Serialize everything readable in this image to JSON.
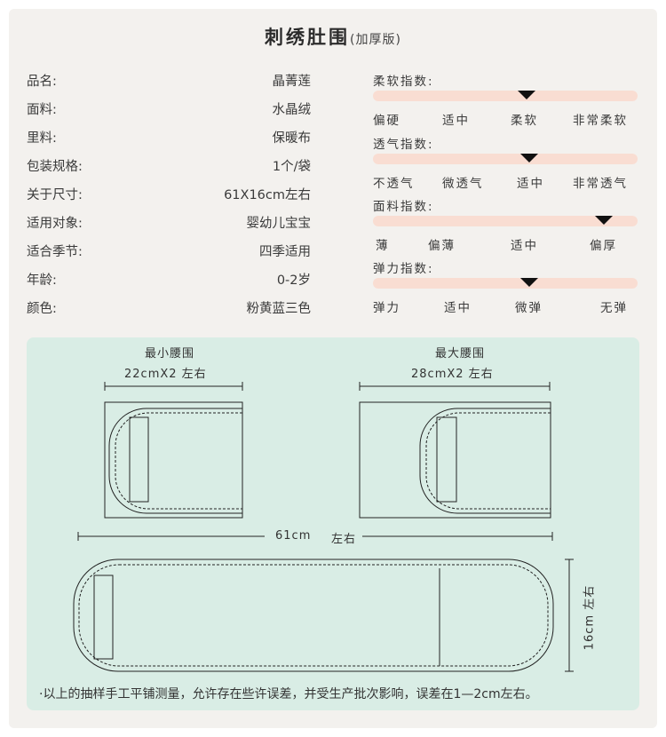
{
  "title": {
    "main": "刺绣肚围",
    "sub": "(加厚版)"
  },
  "specs": [
    {
      "key": "品名:",
      "value": "晶菁莲"
    },
    {
      "key": "面料:",
      "value": "水晶绒"
    },
    {
      "key": "里料:",
      "value": "保暖布"
    },
    {
      "key": "包装规格:",
      "value": "1个/袋"
    },
    {
      "key": "关于尺寸:",
      "value": "61X16cm左右"
    },
    {
      "key": "适用对象:",
      "value": "婴幼儿宝宝"
    },
    {
      "key": "适合季节:",
      "value": "四季适用"
    },
    {
      "key": "年龄:",
      "value": "0-2岁"
    },
    {
      "key": "颜色:",
      "value": "粉黄蓝三色"
    }
  ],
  "indices": [
    {
      "label": "柔软指数:",
      "options": [
        "偏硬",
        "适中",
        "柔软",
        "非常柔软"
      ],
      "selected": "柔软"
    },
    {
      "label": "透气指数:",
      "options": [
        "不透气",
        "微透气",
        "适中",
        "非常透气"
      ],
      "selected": "适中"
    },
    {
      "label": "面料指数:",
      "options": [
        "薄",
        "偏薄",
        "适中",
        "偏厚"
      ],
      "selected": "偏厚"
    },
    {
      "label": "弹力指数:",
      "options": [
        "弹力",
        "适中",
        "微弹",
        "无弹"
      ],
      "selected": "微弹"
    }
  ],
  "diagram": {
    "min_label": "最小腰围",
    "min_size": "22cmX2  左右",
    "max_label": "最大腰围",
    "max_size": "28cmX2  左右",
    "length": "61cm",
    "length_note": "左右",
    "width": "16cm  左右"
  },
  "colors": {
    "bar": "#f9ddd2",
    "panel": "#d9ede5",
    "card": "#f3f1ee",
    "marker": "#111111"
  },
  "note": "·以上的抽样手工平铺测量，允许存在些许误差，并受生产批次影响，误差在1—2cm左右。"
}
